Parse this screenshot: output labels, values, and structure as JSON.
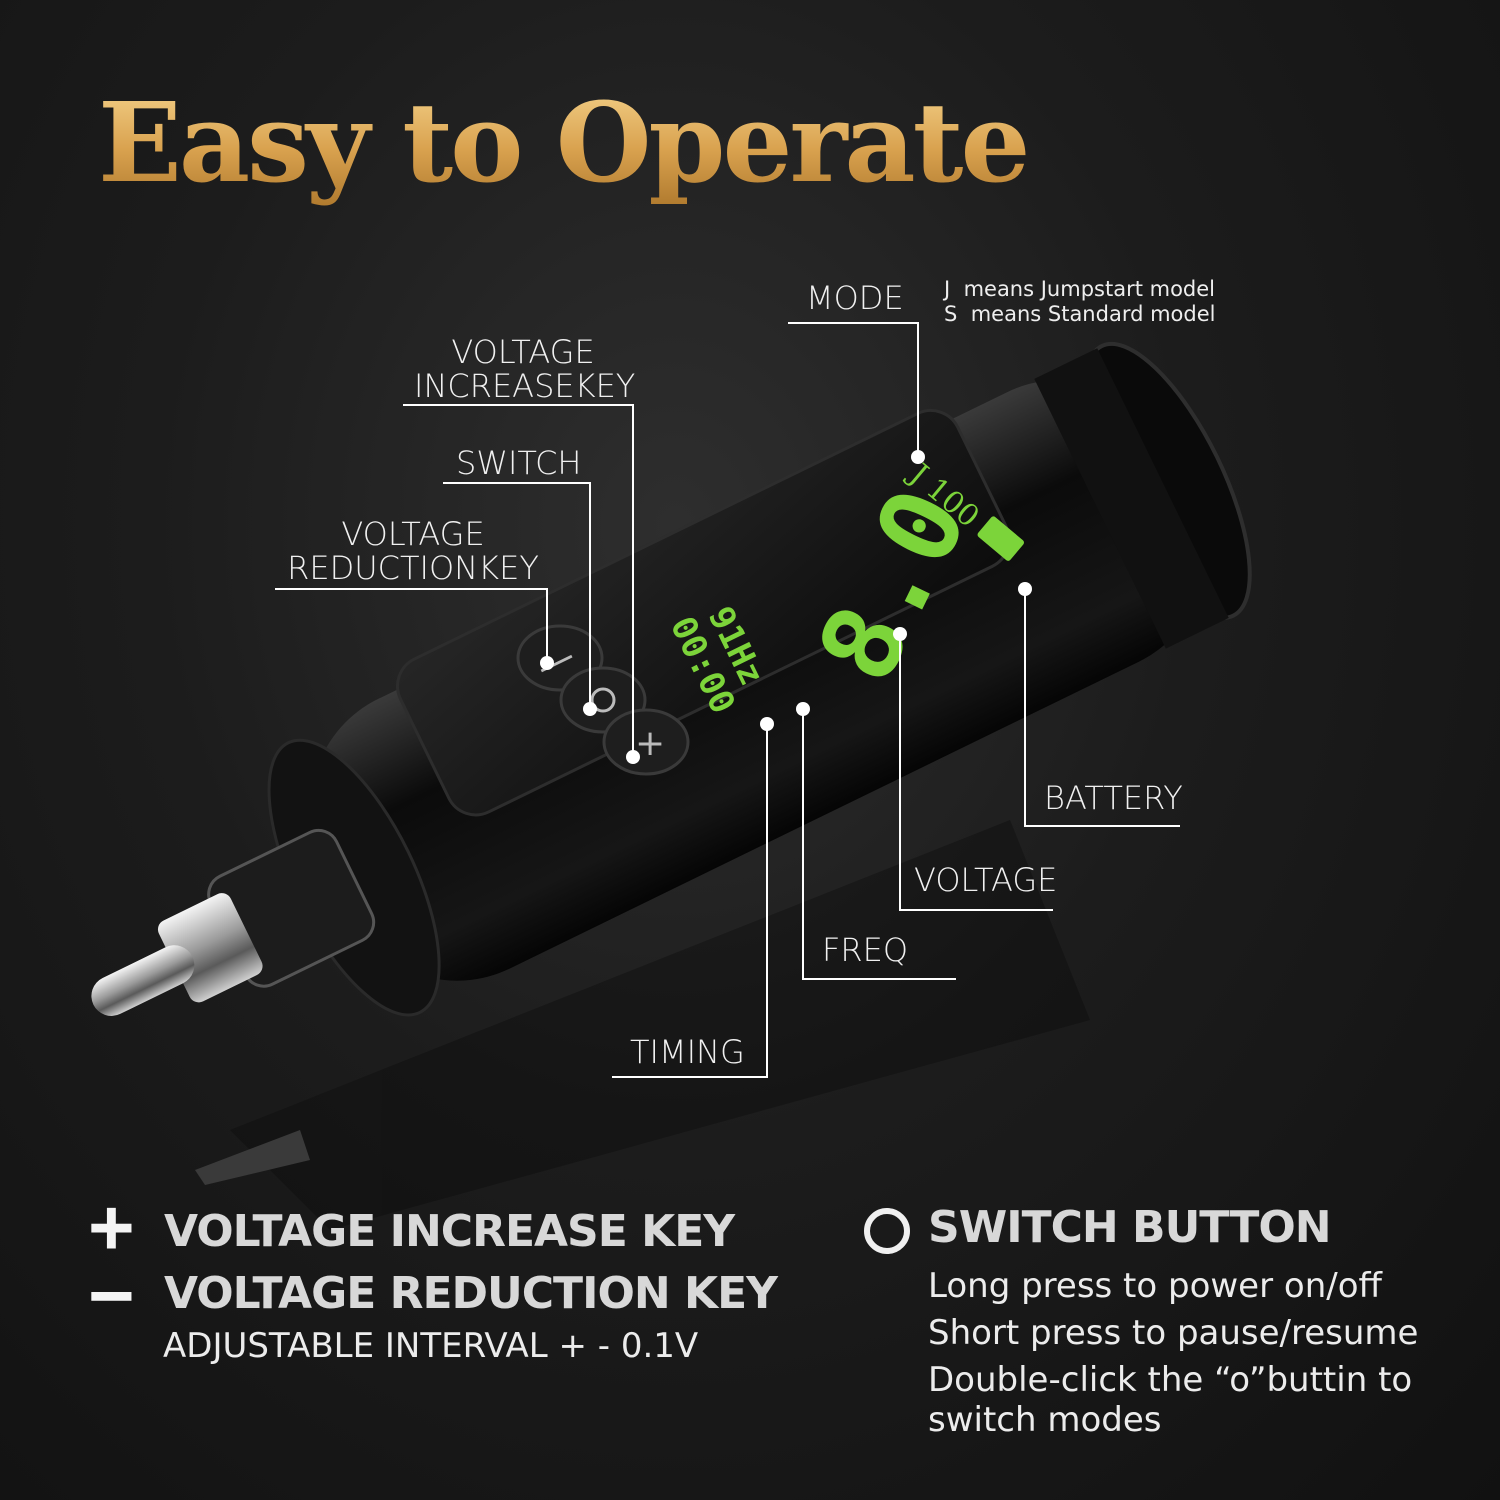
{
  "title": "Easy to Operate",
  "callouts": {
    "mode": "MODE",
    "voltage_increase": [
      "VOLTAGE",
      "INCREASEKEY"
    ],
    "switch": "SWITCH",
    "voltage_reduction": [
      "VOLTAGE",
      "REDUCTIONKEY"
    ],
    "battery": "BATTERY",
    "voltage": "VOLTAGE",
    "freq": "FREQ",
    "timing": "TIMING"
  },
  "mode_notes": [
    {
      "letter": "J",
      "text": "means Jumpstart model"
    },
    {
      "letter": "S",
      "text": "means Standard model"
    }
  ],
  "display": {
    "mode_readout": "J 100",
    "voltage": "8.0",
    "freq": "91Hz",
    "timing": "00:00"
  },
  "keys": {
    "plus_symbol": "+",
    "minus_symbol": "−",
    "increase": "VOLTAGE INCREASE KEY",
    "reduction": "VOLTAGE REDUCTION KEY",
    "interval": "ADJUSTABLE INTERVAL + - 0.1V"
  },
  "switch_button": {
    "heading": "SWITCH BUTTON",
    "lines": [
      "Long press to power on/off",
      "Short press to pause/resume",
      "Double-click the “o”buttin to",
      "switch modes"
    ]
  },
  "colors": {
    "title_gold": "#d9a24f",
    "display_green": "#7cd43a"
  }
}
